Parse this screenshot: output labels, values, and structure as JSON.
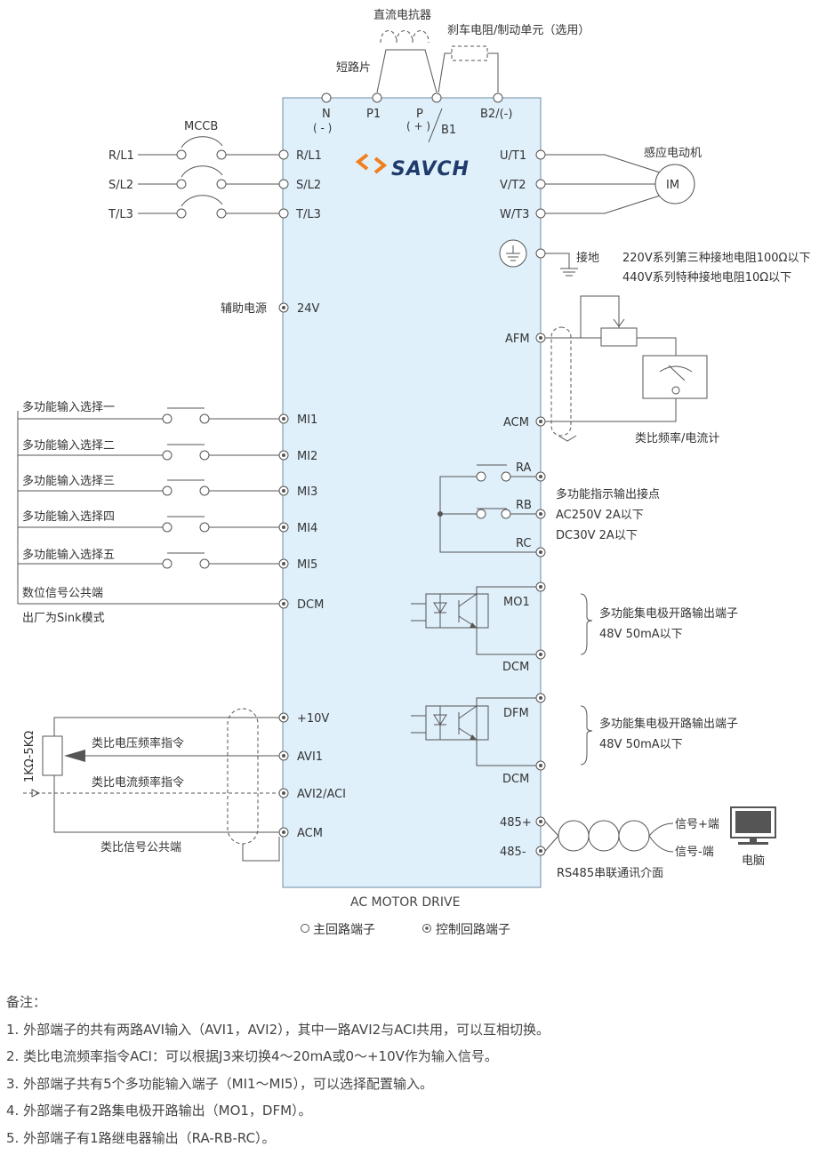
{
  "top": {
    "dc_reactor": "直流电抗器",
    "brake": "刹车电阻/制动单元（选用）",
    "shorting_bar": "短路片"
  },
  "power_terminals": {
    "n": "N",
    "n_sign": "( - )",
    "p1": "P1",
    "p": "P",
    "p_sign": "( + )",
    "b1": "B1",
    "b2": "B2/(-)"
  },
  "inputs": {
    "mccb": "MCCB",
    "lines": [
      "R/L1",
      "S/L2",
      "T/L3"
    ],
    "terminals": [
      "R/L1",
      "S/L2",
      "T/L3"
    ]
  },
  "logo": "SAVCH",
  "motor": {
    "outputs": [
      "U/T1",
      "V/T2",
      "W/T3"
    ],
    "title": "感应电动机",
    "symbol": "IM"
  },
  "ground": {
    "label": "接地",
    "note1": "220V系列第三种接地电阻100Ω以下",
    "note2": "440V系列特种接地电阻10Ω以下"
  },
  "aux": {
    "label": "辅助电源",
    "terminal": "24V"
  },
  "analog_out": {
    "afm": "AFM",
    "acm": "ACM",
    "meter": "类比频率/电流计"
  },
  "multi_inputs": {
    "labels": [
      "多功能输入选择一",
      "多功能输入选择二",
      "多功能输入选择三",
      "多功能输入选择四",
      "多功能输入选择五"
    ],
    "terminals": [
      "MI1",
      "MI2",
      "MI3",
      "MI4",
      "MI5"
    ],
    "common": "数位信号公共端",
    "common_terminal": "DCM",
    "sink_note": "出厂为Sink模式"
  },
  "relay": {
    "ra": "RA",
    "rb": "RB",
    "rc": "RC",
    "title": "多功能指示输出接点",
    "spec1": "AC250V 2A以下",
    "spec2": "DC30V 2A以下"
  },
  "mo1": {
    "terminal": "MO1",
    "dcm": "DCM",
    "title": "多功能集电极开路输出端子",
    "spec": "48V 50mA以下"
  },
  "dfm": {
    "terminal": "DFM",
    "dcm": "DCM",
    "title": "多功能集电极开路输出端子",
    "spec": "48V 50mA以下"
  },
  "analog_in": {
    "t10v": "+10V",
    "avi1": "AVI1",
    "avi2": "AVI2/ACI",
    "acm": "ACM",
    "pot": "1KΩ-5KΩ",
    "v_cmd": "类比电压频率指令",
    "i_cmd": "类比电流频率指令",
    "common": "类比信号公共端"
  },
  "rs485": {
    "plus": "485+",
    "minus": "485-",
    "sig_plus": "信号+端",
    "sig_minus": "信号-端",
    "pc": "电脑",
    "interface": "RS485串联通讯介面"
  },
  "drive_label": "AC MOTOR DRIVE",
  "legend": {
    "main": "主回路端子",
    "control": "控制回路端子"
  },
  "notes": [
    "备注：",
    "1. 外部端子的共有两路AVI输入（AVI1，AVI2），其中一路AVI2与ACI共用，可以互相切换。",
    "2. 类比电流频率指令ACI：可以根据J3来切换4～20mA或0～+10V作为输入信号。",
    "3. 外部端子共有5个多功能输入端子（MI1～MI5），可以选择配置输入。",
    "4. 外部端子有2路集电极开路输出（MO1，DFM）。",
    "5. 外部端子有1路继电器输出（RA-RB-RC）。"
  ],
  "colors": {
    "drive_fill": "#dff0fb",
    "drive_border": "#6d8ca3",
    "logo_orange": "#f07f1e",
    "logo_navy": "#1f3a6b"
  }
}
